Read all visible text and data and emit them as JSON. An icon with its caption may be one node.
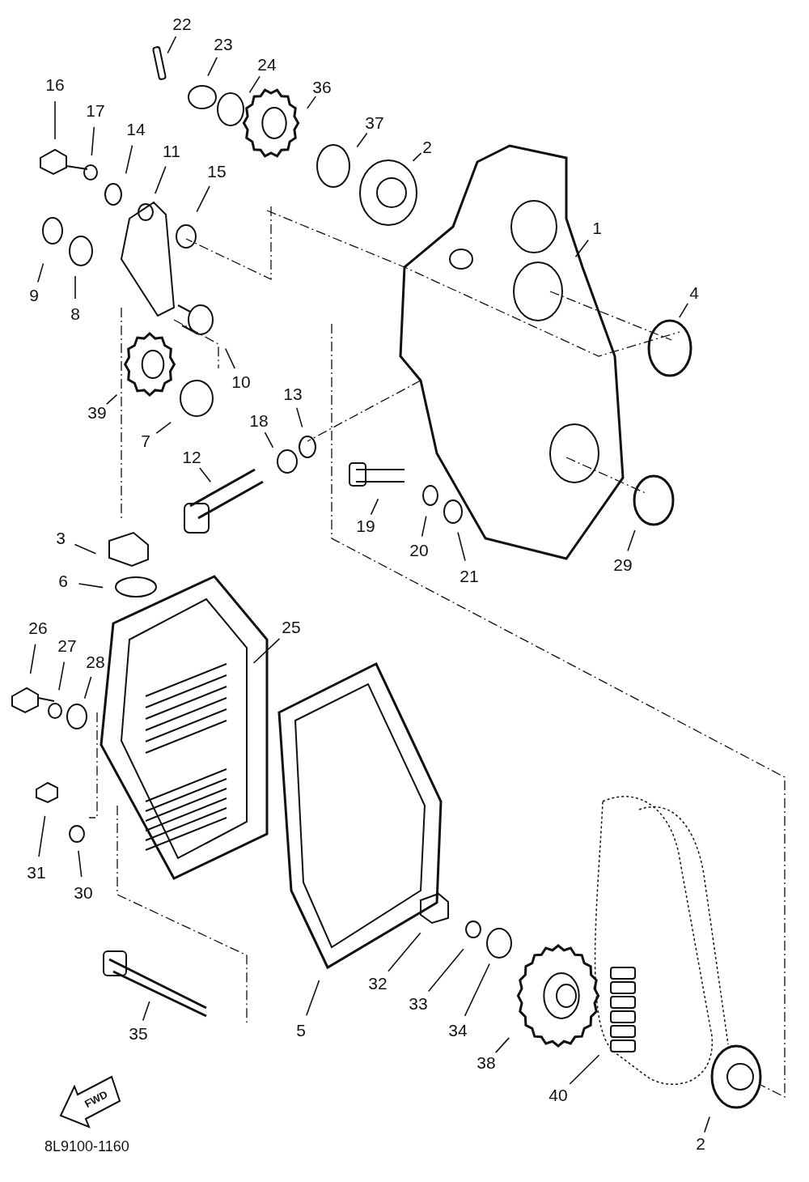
{
  "diagram": {
    "nodes": [
      {
        "text": [
          "22"
        ]
      },
      {
        "text": [
          "23"
        ]
      },
      {
        "text": [
          "24"
        ]
      },
      {
        "text": [
          "16"
        ]
      },
      {
        "text": [
          "36"
        ]
      },
      {
        "text": [
          "17"
        ]
      },
      {
        "text": [
          "14"
        ]
      },
      {
        "text": [
          "37"
        ]
      },
      {
        "text": [
          "2"
        ]
      },
      {
        "text": [
          "11"
        ]
      },
      {
        "text": [
          "15"
        ]
      },
      {
        "text": [
          "1"
        ]
      },
      {
        "text": [
          "9"
        ]
      },
      {
        "text": [
          "8"
        ]
      },
      {
        "text": [
          "4"
        ]
      },
      {
        "text": [
          "10"
        ]
      },
      {
        "text": [
          "13"
        ]
      },
      {
        "text": [
          "39"
        ]
      },
      {
        "text": [
          "18"
        ]
      },
      {
        "text": [
          "7"
        ]
      },
      {
        "text": [
          "12"
        ]
      },
      {
        "text": [
          "19"
        ]
      },
      {
        "text": [
          "3"
        ]
      },
      {
        "text": [
          "20"
        ]
      },
      {
        "text": [
          "29"
        ]
      },
      {
        "text": [
          "21"
        ]
      },
      {
        "text": [
          "6"
        ]
      },
      {
        "text": [
          "25"
        ]
      },
      {
        "text": [
          "26"
        ]
      },
      {
        "text": [
          "27"
        ]
      },
      {
        "text": [
          "28"
        ]
      },
      {
        "text": [
          "31"
        ]
      },
      {
        "text": [
          "30"
        ]
      },
      {
        "text": [
          "32"
        ]
      },
      {
        "text": [
          "33"
        ]
      },
      {
        "text": [
          "5"
        ]
      },
      {
        "text": [
          "34"
        ]
      },
      {
        "text": [
          "35"
        ]
      },
      {
        "text": [
          "38"
        ]
      },
      {
        "text": [
          "40"
        ]
      },
      {
        "text": [
          "2"
        ]
      }
    ],
    "edges": [
      {
        "from": 0,
        "to": null,
        "arrow": "none"
      },
      {
        "from": 1,
        "to": null,
        "arrow": "none"
      },
      {
        "from": 2,
        "to": null,
        "arrow": "none"
      },
      {
        "from": 3,
        "to": null,
        "arrow": "none"
      },
      {
        "from": 4,
        "to": null,
        "arrow": "none"
      },
      {
        "from": 5,
        "to": null,
        "arrow": "none"
      },
      {
        "from": 6,
        "to": null,
        "arrow": "none"
      },
      {
        "from": 7,
        "to": null,
        "arrow": "none"
      },
      {
        "from": 8,
        "to": null,
        "arrow": "none"
      },
      {
        "from": 9,
        "to": null,
        "arrow": "none"
      },
      {
        "from": 10,
        "to": null,
        "arrow": "none"
      },
      {
        "from": 11,
        "to": null,
        "arrow": "none"
      },
      {
        "from": 12,
        "to": null,
        "arrow": "none"
      },
      {
        "from": 13,
        "to": null,
        "arrow": "none"
      },
      {
        "from": 14,
        "to": null,
        "arrow": "none"
      },
      {
        "from": 15,
        "to": null,
        "arrow": "none"
      },
      {
        "from": 16,
        "to": null,
        "arrow": "none"
      },
      {
        "from": 17,
        "to": null,
        "arrow": "none"
      },
      {
        "from": 18,
        "to": null,
        "arrow": "none"
      },
      {
        "from": 19,
        "to": null,
        "arrow": "none"
      },
      {
        "from": 20,
        "to": null,
        "arrow": "none"
      },
      {
        "from": 21,
        "to": null,
        "arrow": "none"
      },
      {
        "from": 22,
        "to": null,
        "arrow": "none"
      },
      {
        "from": 23,
        "to": null,
        "arrow": "none"
      },
      {
        "from": 24,
        "to": null,
        "arrow": "none"
      },
      {
        "from": 25,
        "to": null,
        "arrow": "none"
      },
      {
        "from": 26,
        "to": null,
        "arrow": "none"
      },
      {
        "from": 27,
        "to": null,
        "arrow": "none"
      },
      {
        "from": 28,
        "to": null,
        "arrow": "none"
      },
      {
        "from": 29,
        "to": null,
        "arrow": "none"
      },
      {
        "from": 30,
        "to": null,
        "arrow": "none"
      },
      {
        "from": 31,
        "to": null,
        "arrow": "none"
      },
      {
        "from": 32,
        "to": null,
        "arrow": "none"
      },
      {
        "from": 33,
        "to": null,
        "arrow": "none"
      },
      {
        "from": 34,
        "to": null,
        "arrow": "none"
      },
      {
        "from": 35,
        "to": null,
        "arrow": "none"
      },
      {
        "from": 36,
        "to": null,
        "arrow": "none"
      },
      {
        "from": 37,
        "to": null,
        "arrow": "none"
      },
      {
        "from": 38,
        "to": null,
        "arrow": "none"
      },
      {
        "from": 39,
        "to": null,
        "arrow": "none"
      },
      {
        "from": 40,
        "to": null,
        "arrow": "none"
      }
    ],
    "labels": [
      "FWD",
      "8L9100-1160"
    ]
  }
}
